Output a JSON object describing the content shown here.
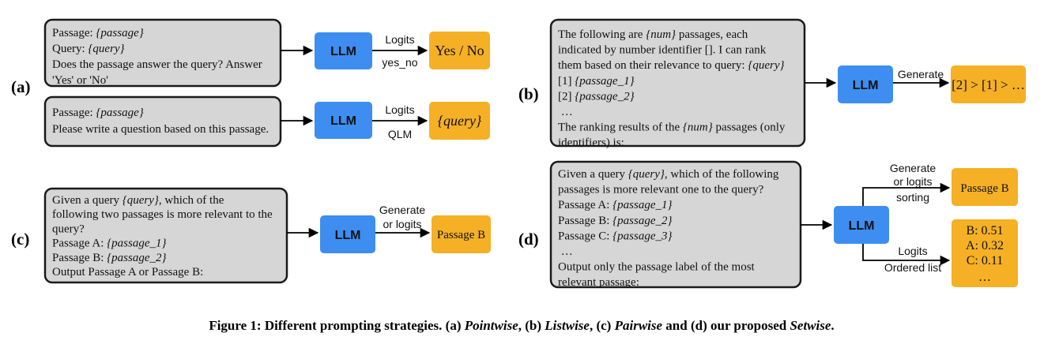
{
  "panels": {
    "a": "(a)",
    "b": "(b)",
    "c": "(c)",
    "d": "(d)"
  },
  "llm_label": "LLM",
  "a1": {
    "prompt": [
      [
        {
          "t": "Passage: "
        },
        {
          "t": "{passage}",
          "i": true
        }
      ],
      [
        {
          "t": "Query: "
        },
        {
          "t": "{query}",
          "i": true
        }
      ],
      [
        {
          "t": "Does the passage answer the query? Answer"
        }
      ],
      [
        {
          "t": "'Yes' or 'No'"
        }
      ]
    ],
    "edge_top": "Logits",
    "edge_bottom": "yes_no",
    "output": "Yes / No"
  },
  "a2": {
    "prompt": [
      [
        {
          "t": "Passage: "
        },
        {
          "t": "{passage}",
          "i": true
        }
      ],
      [
        {
          "t": "Please write a question based on this passage."
        }
      ]
    ],
    "edge_top": "Logits",
    "edge_bottom": "QLM",
    "output": "{query}"
  },
  "b": {
    "prompt": [
      [
        {
          "t": "The following are "
        },
        {
          "t": "{num}",
          "i": true
        },
        {
          "t": " passages, each"
        }
      ],
      [
        {
          "t": "indicated by number identifier []. I can rank"
        }
      ],
      [
        {
          "t": "them based on their relevance to query: "
        },
        {
          "t": "{query}",
          "i": true
        }
      ],
      [
        {
          "t": "[1] "
        },
        {
          "t": "{passage_1}",
          "i": true
        }
      ],
      [
        {
          "t": "[2] "
        },
        {
          "t": "{passage_2}",
          "i": true
        }
      ],
      [
        {
          "t": " …"
        }
      ],
      [
        {
          "t": "The ranking results of the "
        },
        {
          "t": "{num}",
          "i": true
        },
        {
          "t": " passages (only"
        }
      ],
      [
        {
          "t": "identifiers) is:"
        }
      ]
    ],
    "edge_top": "Generate",
    "output": "[2] > [1] > …"
  },
  "c": {
    "prompt": [
      [
        {
          "t": "Given a query "
        },
        {
          "t": "{query}",
          "i": true
        },
        {
          "t": ", which of the"
        }
      ],
      [
        {
          "t": "following two passages is more relevant to the"
        }
      ],
      [
        {
          "t": "query?"
        }
      ],
      [
        {
          "t": "Passage A: "
        },
        {
          "t": "{passage_1}",
          "i": true
        }
      ],
      [
        {
          "t": "Passage B: "
        },
        {
          "t": "{passage_2}",
          "i": true
        }
      ],
      [
        {
          "t": "Output Passage A or Passage B:"
        }
      ]
    ],
    "edge_top_1": "Generate",
    "edge_top_2": "or logits",
    "output": "Passage B"
  },
  "d": {
    "prompt": [
      [
        {
          "t": "Given a query "
        },
        {
          "t": "{query}",
          "i": true
        },
        {
          "t": ", which of the following"
        }
      ],
      [
        {
          "t": "passages is more relevant one to the query?"
        }
      ],
      [
        {
          "t": "Passage A: "
        },
        {
          "t": "{passage_1}",
          "i": true
        }
      ],
      [
        {
          "t": "Passage B: "
        },
        {
          "t": "{passage_2}",
          "i": true
        }
      ],
      [
        {
          "t": "Passage C: "
        },
        {
          "t": "{passage_3}",
          "i": true
        }
      ],
      [
        {
          "t": " …"
        }
      ],
      [
        {
          "t": "Output only the passage label of the most"
        }
      ],
      [
        {
          "t": "relevant passage:"
        }
      ]
    ],
    "upper_edge_1": "Generate",
    "upper_edge_2": "or logits",
    "upper_edge_3": "sorting",
    "upper_output": "Passage B",
    "lower_edge_1": "Logits",
    "lower_edge_2": "Ordered list",
    "lower_output": [
      "B: 0.51",
      "A: 0.32",
      "C: 0.11",
      "…"
    ]
  },
  "caption": [
    {
      "t": "Figure 1: Different prompting strategies. (a) "
    },
    {
      "t": "Pointwise",
      "i": true
    },
    {
      "t": ", (b) "
    },
    {
      "t": "Listwise",
      "i": true
    },
    {
      "t": ", (c) "
    },
    {
      "t": "Pairwise",
      "i": true
    },
    {
      "t": " and (d) our proposed "
    },
    {
      "t": "Setwise",
      "i": true
    },
    {
      "t": "."
    }
  ],
  "colors": {
    "prompt_fill": "#d6d6d6",
    "llm": "#3d8ef0",
    "output": "#f5b025"
  }
}
